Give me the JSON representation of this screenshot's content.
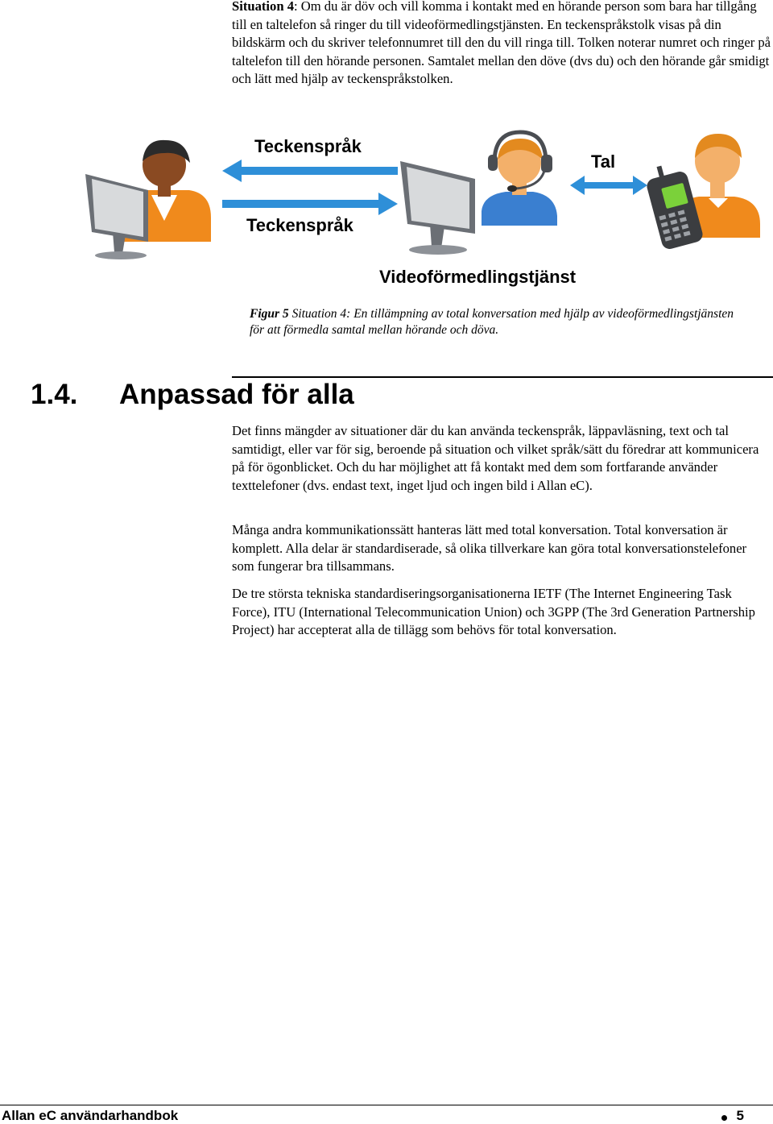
{
  "intro": {
    "lead": "Situation 4",
    "text": ": Om du är döv och vill komma i kontakt med en hörande person som bara har tillgång till en taltelefon så ringer du till videoförmedlingstjänsten. En teckenspråkstolk visas på din bildskärm och du skriver telefonnumret till den du vill ringa till. Tolken noterar numret och ringer på taltelefon till den hörande personen. Samtalet mellan den döve (dvs du) och den hörande går smidigt och lätt med hjälp av teckenspråkstolken."
  },
  "figure": {
    "label_top": "Teckenspråk",
    "label_bottom": "Teckenspråk",
    "label_right": "Tal",
    "label_center": "Videoförmedlingstjänst",
    "caption_lead": "Figur 5",
    "caption_text": " Situation 4: En tillämpning av total konversation med hjälp av videoförmedlingstjänsten för att förmedla samtal mellan hörande och döva."
  },
  "section": {
    "number": "1.4.",
    "title": "Anpassad för alla",
    "paragraphs": [
      "Det finns mängder av situationer där du kan använda teckenspråk, läppavläsning, text och tal samtidigt, eller var för sig, beroende på situation och vilket språk/sätt du föredrar att kommunicera på för ögonblicket. Och du har möjlighet att få kontakt med dem som fortfarande använder texttelefoner (dvs. endast text, inget ljud och ingen bild i Allan eC).",
      "Många andra kommunikationssätt hanteras lätt med total konversation. Total konversation är komplett. Alla delar är standardiserade, så olika tillverkare kan göra total konversationstelefoner som fungerar bra tillsammans.",
      "De tre största tekniska standardiseringsorganisationerna IETF (The Internet Engineering Task Force), ITU (International Telecommunication Union) och 3GPP (The 3rd Generation Partnership Project) har accepterat alla de tillägg som behövs för total konversation."
    ]
  },
  "footer": {
    "title": "Allan eC användarhandbok",
    "page": "5"
  },
  "colors": {
    "arrow": "#2e8fd8",
    "person_orange": "#f08a1c",
    "person_blue": "#3a7fd0",
    "monitor": "#6b6f75"
  }
}
